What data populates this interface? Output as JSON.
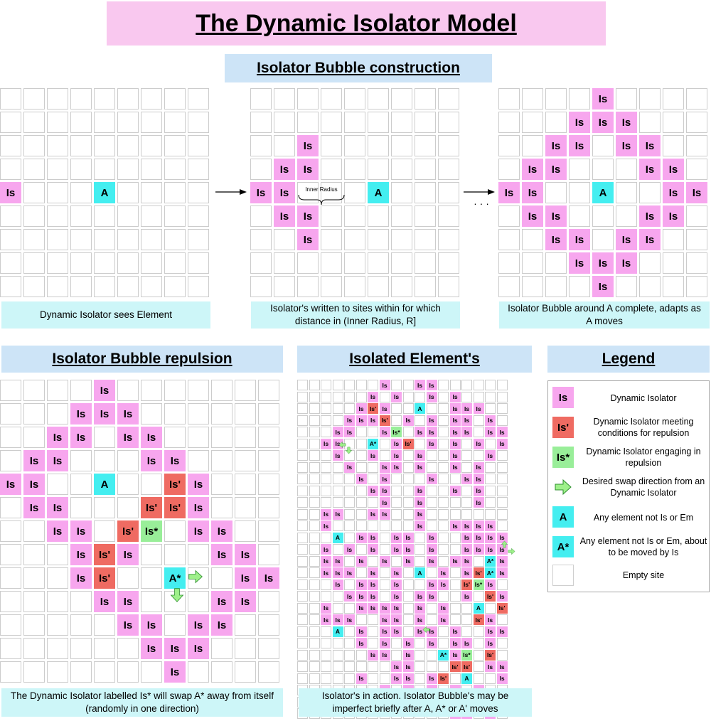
{
  "title": "The Dynamic Isolator Model",
  "sections": {
    "construction": "Isolator Bubble construction",
    "repulsion": "Isolator Bubble repulsion",
    "isolated": "Isolated Element's",
    "legend": "Legend"
  },
  "annotation": {
    "inner_radius": "Inner Radius",
    "ellipsis": "· · ·"
  },
  "captions": {
    "c1": "Dynamic Isolator sees Element",
    "c2": "Isolator's written to sites within for which distance in (Inner Radius, R]",
    "c3": "Isolator Bubble around A complete, adapts as A moves",
    "c4": "The Dynamic Isolator labelled Is* will swap A* away from itself (randomly in one direction)",
    "c5": "Isolator's in action. Isolator Bubble's may be imperfect briefly after A, A* or A' moves"
  },
  "legend": [
    {
      "symbol": "Is",
      "text": "Dynamic Isolator"
    },
    {
      "symbol": "Is'",
      "text": "Dynamic Isolator meeting conditions for repulsion"
    },
    {
      "symbol": "Is*",
      "text": "Dynamic Isolator engaging in repulsion"
    },
    {
      "symbol": "",
      "text": "Desired swap direction from an Dynamic Isolator"
    },
    {
      "symbol": "A",
      "text": "Any element not Is or Em"
    },
    {
      "symbol": "A*",
      "text": "Any element not Is or Em, about to be moved by Is"
    },
    {
      "symbol": "",
      "text": "Empty site"
    }
  ],
  "colors": {
    "is": "#f7a6ee",
    "is_prime": "#ef6b62",
    "is_star": "#99ee99",
    "a": "#44eef0",
    "empty_border": "#cccccc",
    "arrow": "#9ef08a"
  },
  "grids": {
    "g1": {
      "rows": [
        "         ",
        "         ",
        "         ",
        "         ",
        "I   A    ",
        "         ",
        "         ",
        "         ",
        "         "
      ]
    },
    "g2": {
      "rows": [
        "         ",
        "         ",
        "  I      ",
        " II      ",
        "II   A   ",
        " II      ",
        "  I      ",
        "         ",
        "         "
      ]
    },
    "g3": {
      "rows": [
        "    I    ",
        "   III   ",
        "  II II  ",
        " II   II ",
        "II  A  II",
        " II   II ",
        "  II II  ",
        "   III   ",
        "    I    "
      ]
    },
    "g4": {
      "rows": [
        "    I       ",
        "   III      ",
        "  II II     ",
        " II   II    ",
        "II  A  PI   ",
        " II   PPI   ",
        "  II PS II  ",
        "   IPI   II ",
        "   IP  *  II",
        "    II   II ",
        "     II II  ",
        "      III   ",
        "       I    "
      ]
    },
    "g5": {
      "rows": [
        "       I  II      ",
        "      I I  I I    ",
        "     IPI  A  III  ",
        "    IIIP I I II I ",
        "   II  IS II II II",
        "  II  * IP I I I I",
        "   I  I I I  I  I ",
        "    I  II I  I I  ",
        "     I I   I  II  ",
        "      II  I  I I  ",
        "       I  I    I  ",
        "  II  II  I       ",
        "  I       I  IIII ",
        "   A II II I  IIII",
        "  I I I II I  IIII",
        "  II I I I I II *I",
        "  III I I A I IP*I",
        "   I II I  II PSI ",
        "    III I II  I PI",
        "  I  IIII I I  A P",
        "  III  II I I  PI ",
        "   A I II II I  II",
        "     I I I I II I ",
        "      II I  *IS P ",
        "        II   PP II",
        "     I  II IP A  I",
        "       I I I I I  ",
        "          I I I   ",
        "             II I "
      ]
    }
  }
}
